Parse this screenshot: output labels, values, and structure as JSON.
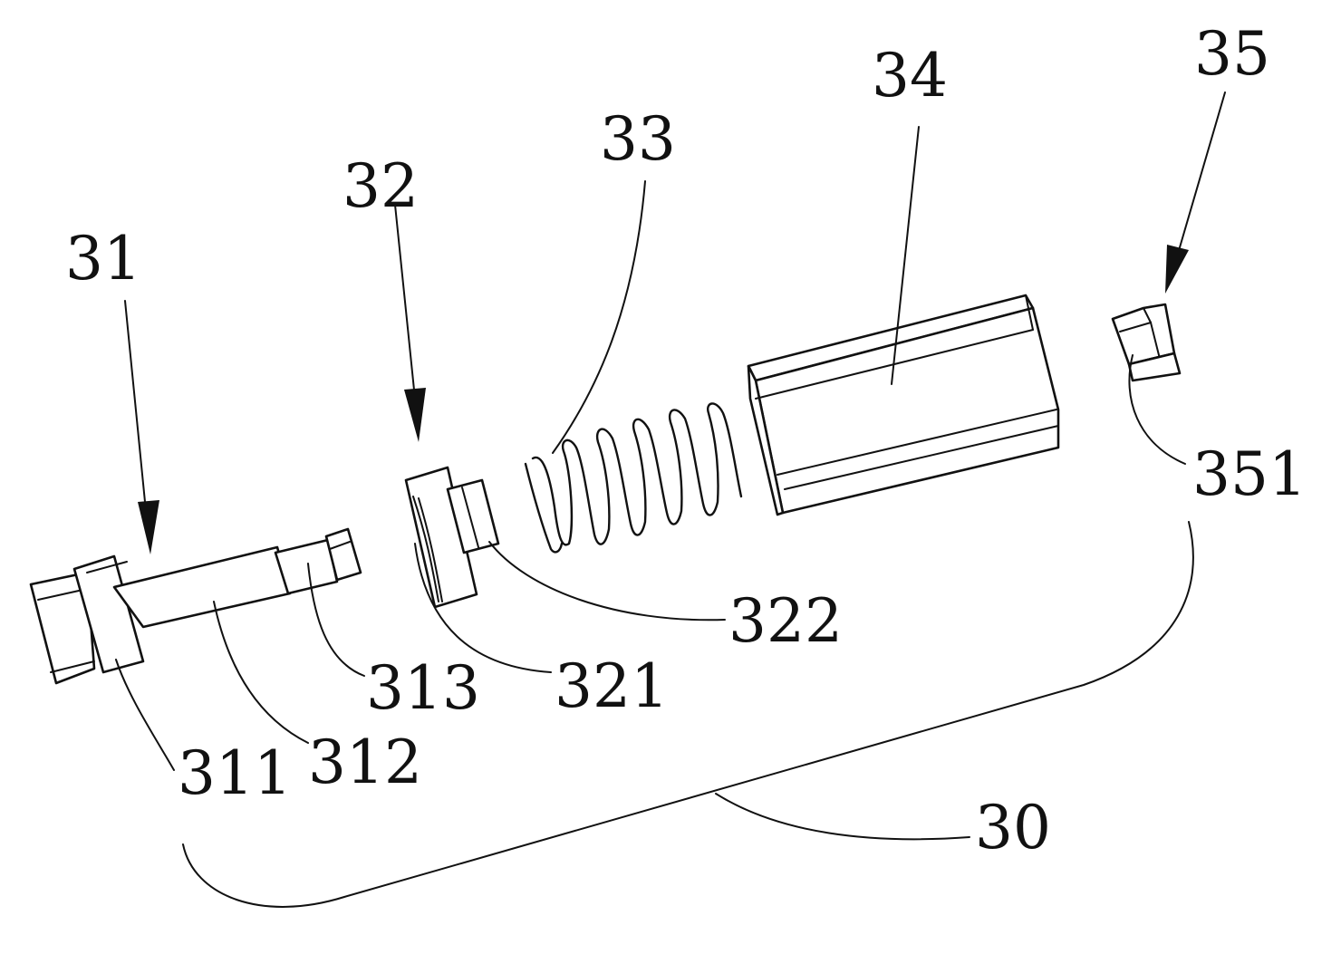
{
  "callouts": {
    "assembly": "30",
    "pin": "31",
    "pin_head": "311",
    "pin_shaft": "312",
    "pin_tip": "313",
    "sleeve": "32",
    "sleeve_flange": "321",
    "sleeve_neck": "322",
    "spring": "33",
    "housing": "34",
    "cap": "35",
    "cap_slot": "351"
  }
}
